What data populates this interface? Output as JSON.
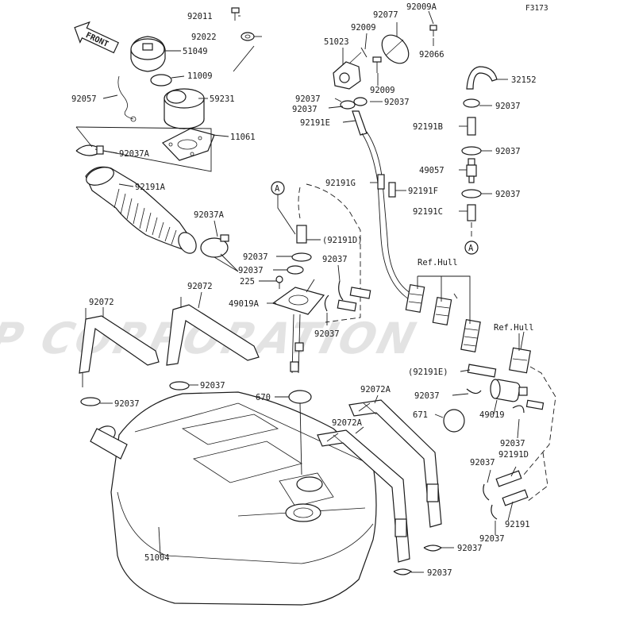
{
  "figure_code": "F3173",
  "front_label": "FRONT",
  "watermark": "JSP CORPORATION",
  "parts": {
    "p92011": "92011",
    "p92022": "92022",
    "p51049": "51049",
    "p11009": "11009",
    "p92057": "92057",
    "p59231": "59231",
    "p11061": "11061",
    "p92037A_1": "92037A",
    "p92191A": "92191A",
    "p92037A_2": "92037A",
    "p92077": "92077",
    "p92009A": "92009A",
    "p92009_top": "92009",
    "p51023": "51023",
    "p92066": "92066",
    "p92009_mid": "92009",
    "p92037_v1": "92037",
    "p92037_v2": "92037",
    "p92037_v3": "92037",
    "p92191E": "92191E",
    "p92191G": "92191G",
    "p92191F": "92191F",
    "p32152": "32152",
    "p92037_r1": "92037",
    "p92191B": "92191B",
    "p92037_r2": "92037",
    "p49057": "49057",
    "p92037_r3": "92037",
    "p92191C": "92191C",
    "p92191D_paren": "(92191D)",
    "p92037_c1": "92037",
    "p92037_c2": "92037",
    "p225": "225",
    "p92037_c3": "92037",
    "p49019A": "49019A",
    "p92037_c4": "92037",
    "p92072_l": "92072",
    "p92072_r": "92072",
    "p92037_bl": "92037",
    "p92037_bm": "92037",
    "p670": "670",
    "p92072A_1": "92072A",
    "p92072A_2": "92072A",
    "p51004": "51004",
    "refhull_1": "Ref.Hull",
    "refhull_2": "Ref.Hull",
    "p92191E_paren": "(92191E)",
    "p92037_rr1": "92037",
    "p671": "671",
    "p49019": "49019",
    "p92037_rr2": "92037",
    "p92037_rr3": "92037",
    "p92191D": "92191D",
    "p92191": "92191",
    "p92037_rr4": "92037",
    "p92037_b1": "92037",
    "p92037_b2": "92037",
    "marker_a1": "A",
    "marker_a2": "A"
  }
}
